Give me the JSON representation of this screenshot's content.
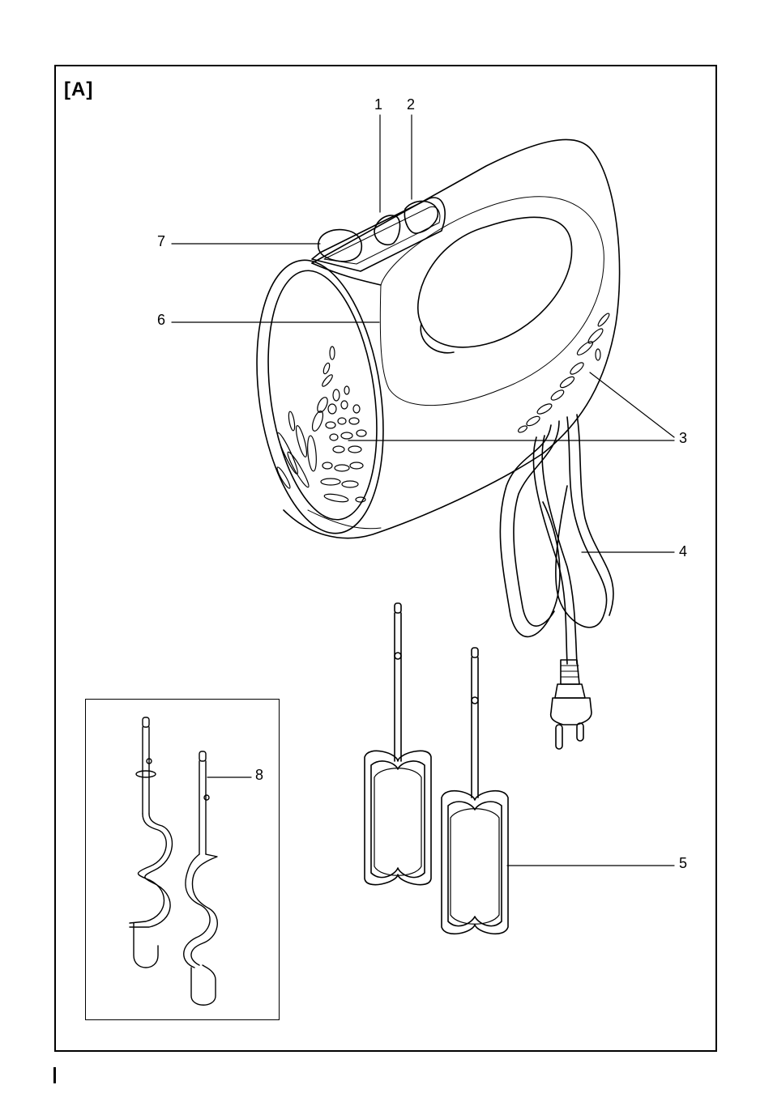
{
  "figure_label": "[A]",
  "callouts": {
    "c1": "1",
    "c2": "2",
    "c3": "3",
    "c4": "4",
    "c5": "5",
    "c6": "6",
    "c7": "7",
    "c8": "8"
  },
  "page_mark": "I"
}
